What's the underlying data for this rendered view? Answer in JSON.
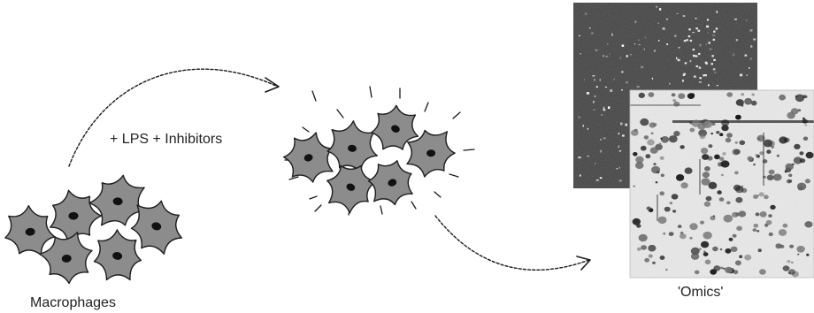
{
  "labels": {
    "cells": "Macrophages",
    "treatment": "+ LPS + Inhibitors",
    "output": "'Omics'"
  },
  "colors": {
    "cell_fill": "#8c8c8c",
    "cell_outline": "#1e1e1e",
    "nucleus": "#111111",
    "blot_dark_bg": "#3a3a3a",
    "blot_light_bg": "#ececec",
    "ink": "#1a1a1a"
  }
}
